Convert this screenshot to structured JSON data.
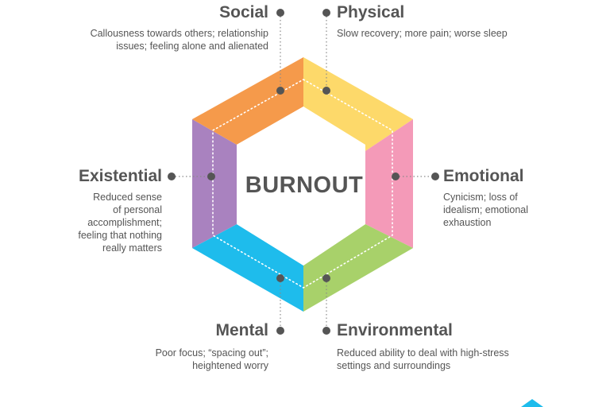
{
  "center": {
    "title": "BURNOUT"
  },
  "colors": {
    "physical": "#FDD96A",
    "emotional": "#F49AB8",
    "environmental": "#A8D16A",
    "mental": "#1EBCEC",
    "existential": "#A982BF",
    "social": "#F59A4B",
    "text": "#555555",
    "connector": "#8a8a8a"
  },
  "dimensions": {
    "social": {
      "label": "Social",
      "lines": [
        "Callousness towards others; relationship",
        "issues; feeling alone and alienated"
      ]
    },
    "physical": {
      "label": "Physical",
      "lines": [
        "Slow recovery; more pain; worse sleep"
      ]
    },
    "existential": {
      "label": "Existential",
      "lines": [
        "Reduced sense",
        "of personal",
        "accomplishment;",
        "feeling that nothing",
        "really matters"
      ]
    },
    "emotional": {
      "label": "Emotional",
      "lines": [
        "Cynicism; loss of",
        "idealism; emotional",
        "exhaustion"
      ]
    },
    "mental": {
      "label": "Mental",
      "lines": [
        "Poor focus; “spacing out”;",
        "heightened worry"
      ]
    },
    "environmental": {
      "label": "Environmental",
      "lines": [
        "Reduced ability to deal with high-stress",
        "settings and surroundings"
      ]
    }
  }
}
